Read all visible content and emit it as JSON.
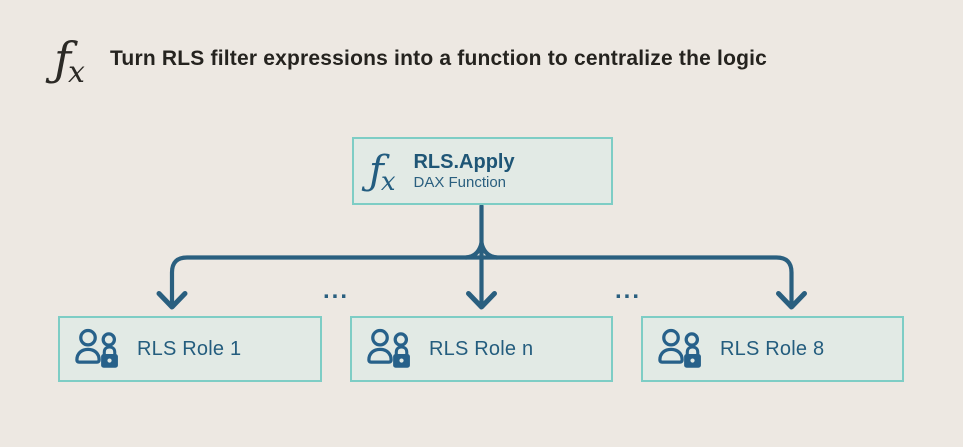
{
  "header": {
    "fx_icon": {
      "f": "ƒ",
      "x": "x"
    },
    "title": "Turn RLS filter expressions into a function to centralize the logic"
  },
  "function_node": {
    "fx_icon": {
      "f": "ƒ",
      "x": "x"
    },
    "name": "RLS.Apply",
    "type_label": "DAX Function"
  },
  "connectors": {
    "ellipsis_left": "...",
    "ellipsis_right": "..."
  },
  "roles": [
    {
      "label": "RLS Role 1"
    },
    {
      "label": "RLS Role n"
    },
    {
      "label": "RLS Role 8"
    }
  ],
  "colors": {
    "page_background": "#ede8e2",
    "node_fill": "#e2eae5",
    "node_border": "#7ecdc5",
    "accent_dark_blue": "#265e7f",
    "title_text": "#25231f"
  }
}
